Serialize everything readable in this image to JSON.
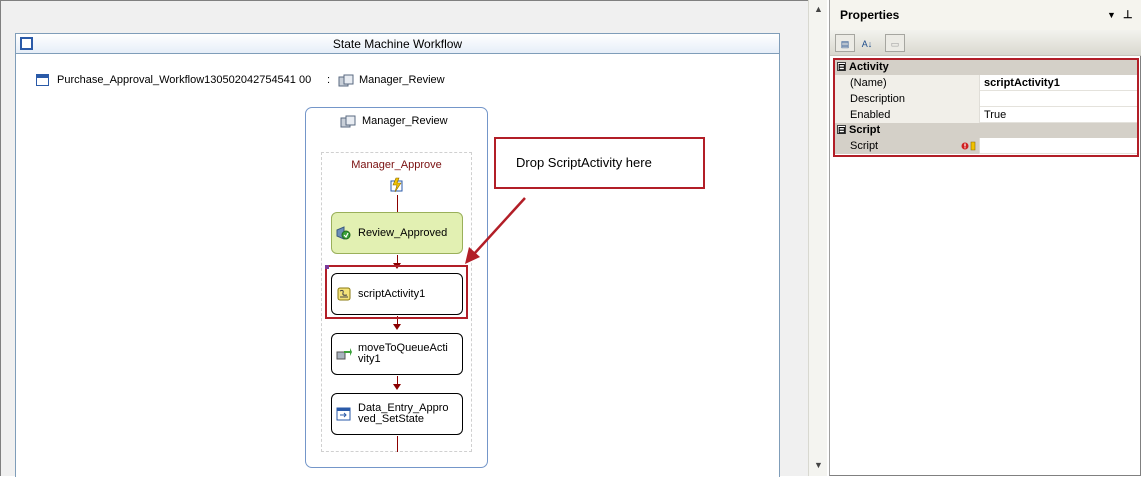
{
  "designer": {
    "title": "State Machine Workflow",
    "workflow_name": "Purchase_Approval_Workflow130502042754541 00",
    "separator": ":",
    "initial_state": "Manager_Review",
    "state": {
      "name": "Manager_Review",
      "event_driven": "Manager_Approve",
      "activities": [
        {
          "label": "Review_Approved",
          "icon": "approve-icon"
        },
        {
          "label": "scriptActivity1",
          "icon": "script-icon"
        },
        {
          "label": "moveToQueueActi vity1",
          "icon": "move-queue-icon"
        },
        {
          "label": "Data_Entry_Appro ved_SetState",
          "icon": "set-state-icon"
        }
      ]
    },
    "callout": "Drop ScriptActivity here"
  },
  "properties": {
    "title": "Properties",
    "categories": [
      {
        "name": "Activity",
        "rows": [
          {
            "name": "(Name)",
            "value": "scriptActivity1"
          },
          {
            "name": "Description",
            "value": ""
          },
          {
            "name": "Enabled",
            "value": "True"
          }
        ]
      },
      {
        "name": "Script",
        "rows": [
          {
            "name": "Script",
            "value": ""
          }
        ]
      }
    ],
    "collapse_glyph": "⊟"
  },
  "colors": {
    "highlight": "#b21e27",
    "arrow": "#8b0000",
    "approved_fill": "#e2f0b2"
  }
}
